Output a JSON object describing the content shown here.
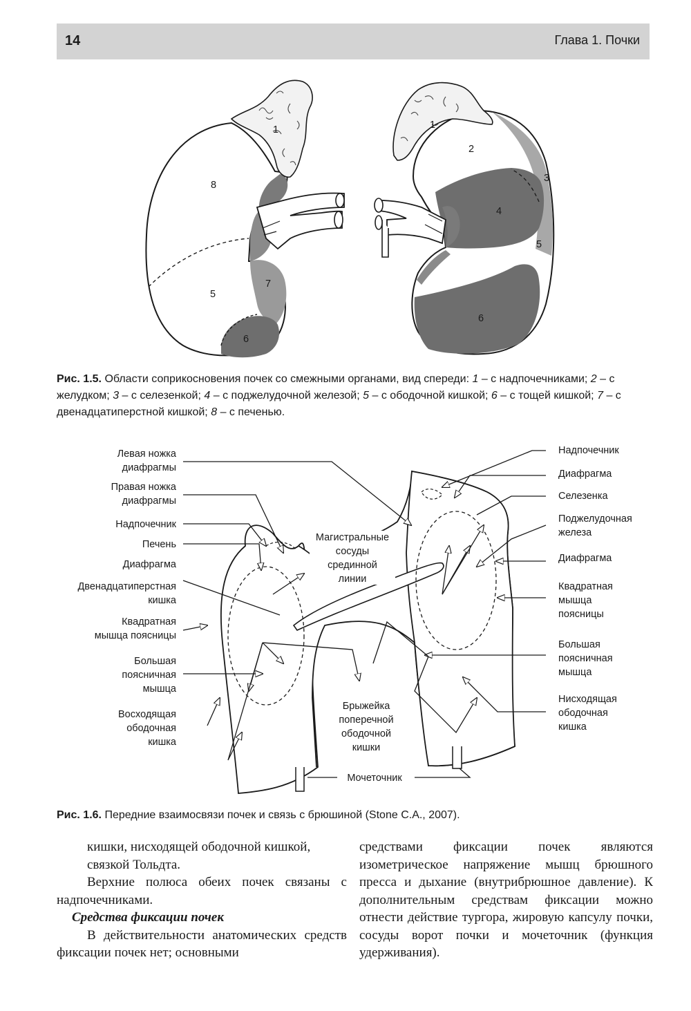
{
  "header": {
    "page_number": "14",
    "chapter": "Глава 1. Почки"
  },
  "figure_1_5": {
    "numbers": {
      "n1a": "1",
      "n8": "8",
      "n5a": "5",
      "n7": "7",
      "n6a": "6",
      "n1b": "1",
      "n2": "2",
      "n3": "3",
      "n4": "4",
      "n5b": "5",
      "n6b": "6"
    },
    "caption": {
      "label": "Рис. 1.5.",
      "lead": "Области соприкосновения почек со смежными органами, вид спереди:",
      "items": [
        {
          "num": "1",
          "text": "– с надпочечниками;"
        },
        {
          "num": "2",
          "text": "– с желудком;"
        },
        {
          "num": "3",
          "text": "– с селезенкой;"
        },
        {
          "num": "4",
          "text": "– с поджелудочной железой;"
        },
        {
          "num": "5",
          "text": "– с ободочной кишкой;"
        },
        {
          "num": "6",
          "text": "– с тощей кишкой;"
        },
        {
          "num": "7",
          "text": "– с двенадцатиперстной кишкой;"
        },
        {
          "num": "8",
          "text": "– с печенью."
        }
      ]
    }
  },
  "figure_1_6": {
    "left_labels": {
      "l1a": "Левая ножка",
      "l1b": "диафрагмы",
      "l2a": "Правая ножка",
      "l2b": "диафрагмы",
      "l3": "Надпочечник",
      "l4": "Печень",
      "l5": "Диафрагма",
      "l6a": "Двенадцатиперстная",
      "l6b": "кишка",
      "l7a": "Квадратная",
      "l7b": "мышца поясницы",
      "l8a": "Большая",
      "l8b": "поясничная",
      "l8c": "мышца",
      "l9a": "Восходящая",
      "l9b": "ободочная",
      "l9c": "кишка"
    },
    "right_labels": {
      "r1": "Надпочечник",
      "r2": "Диафрагма",
      "r3": "Селезенка",
      "r4a": "Поджелудочная",
      "r4b": "железа",
      "r5": "Диафрагма",
      "r6a": "Квадратная",
      "r6b": "мышца",
      "r6c": "поясницы",
      "r7a": "Большая",
      "r7b": "поясничная",
      "r7c": "мышца",
      "r8a": "Нисходящая",
      "r8b": "ободочная",
      "r8c": "кишка"
    },
    "center_labels": {
      "c1a": "Магистральные",
      "c1b": "сосуды",
      "c1c": "срединной",
      "c1d": "линии",
      "c2a": "Брыжейка",
      "c2b": "поперечной",
      "c2c": "ободочной",
      "c2d": "кишки",
      "c3": "Мочеточник"
    },
    "caption": {
      "label": "Рис. 1.6.",
      "text": "Передние взаимосвязи почек и связь с брюшиной (Stone C.A., 2007)."
    }
  },
  "body": {
    "left": {
      "p1a": "кишки, нисходящей ободочной кишкой,",
      "p1b": "связкой Тольдта.",
      "p2": "Верхние полюса обеих почек связаны с надпочечниками.",
      "subheading": "Средства фиксации почек",
      "p3": "В действительности анатомических средств фиксации почек нет; основными"
    },
    "right": {
      "p1": "средствами фиксации почек являются изометрическое напряжение мышц брюшного пресса и дыхание (внутрибрюшное давление). К дополнительным средствам фиксации можно отнести действие тургора, жировую капсулу почки, сосуды ворот почки и мочеточник (функция удерживания)."
    }
  },
  "colors": {
    "header_bar": "#d3d3d3",
    "dark_region": "#6e6e6e",
    "mid_region": "#8a8a8a",
    "light_region": "#a8a8a8"
  }
}
